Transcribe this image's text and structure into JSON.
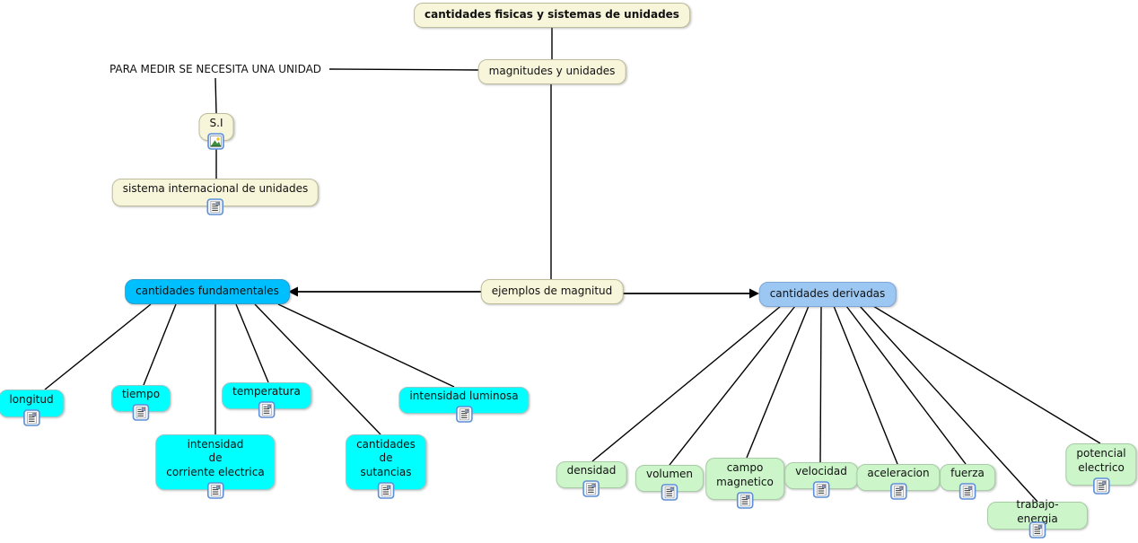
{
  "diagram": {
    "type": "concept-map",
    "background": "#FFFFFF",
    "title": "cantidades fisicas y sistemas de unidades"
  },
  "colors": {
    "concept_box": "#F7F5DA",
    "fundamental_parent": "#00BFFF",
    "fundamental_leaf": "#00FFFF",
    "derived_parent": "#9CC7F2",
    "derived_leaf": "#CCF5CA",
    "connector": "#000000"
  },
  "icons": {
    "resource_document": "document-icon",
    "resource_image": "image-icon"
  },
  "nodes": {
    "title": {
      "label": "cantidades fisicas y sistemas de unidades"
    },
    "magnitudes": {
      "label": "magnitudes y unidades"
    },
    "para_medir": {
      "label": "PARA MEDIR SE NECESITA UNA UNIDAD"
    },
    "si": {
      "label": "S.I"
    },
    "sistema_internacional": {
      "label": "sistema internacional de unidades"
    },
    "ejemplos": {
      "label": "ejemplos de magnitud"
    },
    "fundamentales": {
      "label": "cantidades fundamentales"
    },
    "derivadas": {
      "label": "cantidades derivadas"
    },
    "longitud": {
      "label": "longitud"
    },
    "tiempo": {
      "label": "tiempo"
    },
    "temperatura": {
      "label": "temperatura"
    },
    "intensidad_luminosa": {
      "label": "intensidad luminosa"
    },
    "intensidad_corriente": {
      "label": "intensidad\nde\ncorriente electrica"
    },
    "cantidades_sutancias": {
      "label": "cantidades\nde\nsutancias"
    },
    "densidad": {
      "label": "densidad"
    },
    "volumen": {
      "label": "volumen"
    },
    "campo_magnetico": {
      "label": "campo\nmagnetico"
    },
    "velocidad": {
      "label": "velocidad"
    },
    "aceleracion": {
      "label": "aceleracion"
    },
    "fuerza": {
      "label": "fuerza"
    },
    "trabajo_energia": {
      "label": "trabajo-energia"
    },
    "potencial_electrico": {
      "label": "potencial\nelectrico"
    }
  },
  "edges": [
    {
      "from": "title",
      "to": "magnitudes",
      "points": [
        615,
        30,
        615,
        66
      ],
      "w": 1.4
    },
    {
      "from": "magnitudes",
      "to": "ejemplos",
      "points": [
        614,
        94,
        614,
        311
      ],
      "w": 1.4
    },
    {
      "from": "para_medir",
      "to": "magnitudes",
      "points": [
        367,
        77,
        534,
        78
      ],
      "w": 1.4
    },
    {
      "from": "para_medir",
      "to": "si",
      "points": [
        240,
        87,
        241,
        126
      ],
      "w": 1.4
    },
    {
      "from": "si",
      "to": "sistema_internacional",
      "points": [
        241,
        164,
        241,
        199
      ],
      "w": 1.4
    },
    {
      "from": "ejemplos",
      "to": "fundamentales",
      "points": [
        536,
        325,
        321,
        325
      ],
      "arrow": true,
      "w": 1.8
    },
    {
      "from": "ejemplos",
      "to": "derivadas",
      "points": [
        694,
        327,
        846,
        327
      ],
      "arrow": true,
      "w": 1.8
    },
    {
      "from": "fundamentales",
      "to": "longitud",
      "points": [
        168,
        339,
        50,
        434
      ],
      "w": 1.4
    },
    {
      "from": "fundamentales",
      "to": "tiempo",
      "points": [
        196,
        339,
        160,
        429
      ],
      "w": 1.4
    },
    {
      "from": "fundamentales",
      "to": "intensidad_corriente",
      "points": [
        240,
        339,
        240,
        484
      ],
      "w": 1.4
    },
    {
      "from": "fundamentales",
      "to": "temperatura",
      "points": [
        263,
        339,
        299,
        426
      ],
      "w": 1.4
    },
    {
      "from": "fundamentales",
      "to": "cantidades_sutancias",
      "points": [
        284,
        339,
        424,
        484
      ],
      "w": 1.4
    },
    {
      "from": "fundamentales",
      "to": "intensidad_luminosa",
      "points": [
        310,
        339,
        506,
        431
      ],
      "w": 1.4
    },
    {
      "from": "derivadas",
      "to": "densidad",
      "points": [
        870,
        341,
        660,
        514
      ],
      "w": 1.4
    },
    {
      "from": "derivadas",
      "to": "volumen",
      "points": [
        886,
        341,
        746,
        518
      ],
      "w": 1.4
    },
    {
      "from": "derivadas",
      "to": "campo_magnetico",
      "points": [
        901,
        341,
        832,
        510
      ],
      "w": 1.4
    },
    {
      "from": "derivadas",
      "to": "velocidad",
      "points": [
        915,
        341,
        914,
        515
      ],
      "w": 1.4
    },
    {
      "from": "derivadas",
      "to": "aceleracion",
      "points": [
        929,
        341,
        1000,
        517
      ],
      "w": 1.4
    },
    {
      "from": "derivadas",
      "to": "fuerza",
      "points": [
        943,
        341,
        1076,
        517
      ],
      "w": 1.4
    },
    {
      "from": "derivadas",
      "to": "trabajo_energia",
      "points": [
        958,
        341,
        1156,
        559
      ],
      "w": 1.4
    },
    {
      "from": "derivadas",
      "to": "potencial_electrico",
      "points": [
        973,
        341,
        1226,
        494
      ],
      "w": 1.4
    }
  ]
}
